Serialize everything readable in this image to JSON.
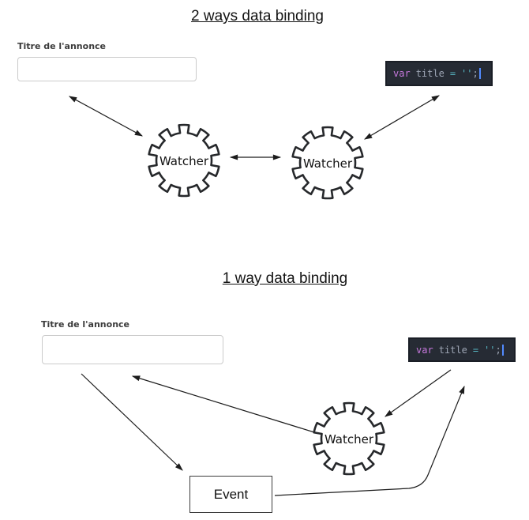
{
  "two_way": {
    "title": "2 ways data binding",
    "form": {
      "label": "Titre de l'annonce",
      "input_value": ""
    },
    "watchers": {
      "left": "Watcher",
      "right": "Watcher"
    }
  },
  "one_way": {
    "title": "1 way data binding",
    "form": {
      "label": "Titre de l'annonce",
      "input_value": ""
    },
    "watcher": "Watcher",
    "event": "Event"
  },
  "code": {
    "keyword": "var",
    "variable": "title",
    "operator": "=",
    "value": "''",
    "semicolon": ";",
    "colors": {
      "background": "#262b34",
      "keyword": "#c678dd",
      "text": "#9da5b4",
      "operator": "#56b6c2",
      "string": "#56b6c2",
      "cursor": "#528bff"
    }
  },
  "diagram_colors": {
    "arrow": "#1c1c1c",
    "gear_stroke": "#26282b",
    "input_border": "#cbcbcb"
  }
}
